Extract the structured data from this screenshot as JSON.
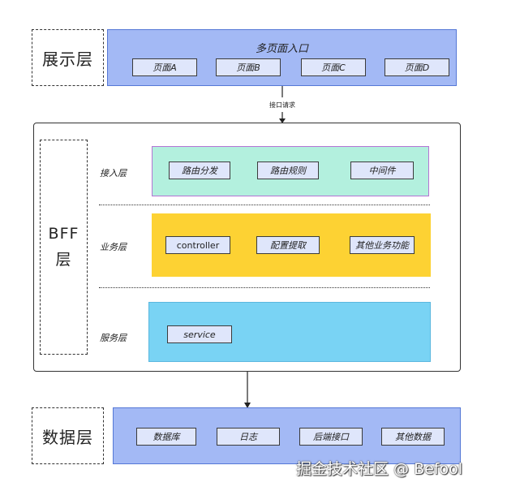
{
  "presentation": {
    "label": "展示层",
    "title": "多页面入口",
    "pages": [
      "页面A",
      "页面B",
      "页面C",
      "页面D"
    ]
  },
  "connector": {
    "label": "接口请求"
  },
  "bff": {
    "label_line1": "BFF",
    "label_line2": "层",
    "access": {
      "label": "接入层",
      "items": [
        "路由分发",
        "路由规则",
        "中间件"
      ]
    },
    "business": {
      "label": "业务层",
      "items": [
        "controller",
        "配置提取",
        "其他业务功能"
      ]
    },
    "service": {
      "label": "服务层",
      "items": [
        "service"
      ]
    }
  },
  "data_layer": {
    "label": "数据层",
    "items": [
      "数据库",
      "日志",
      "后端接口",
      "其他数据"
    ]
  },
  "watermark": "掘金技术社区 @ Befool",
  "colors": {
    "blue_panel": "#a3b9f5",
    "mint_band": "#b3f0de",
    "yellow_band": "#fdd233",
    "cyan_band": "#79d3f4",
    "chip_fill": "#dfe6fb"
  }
}
